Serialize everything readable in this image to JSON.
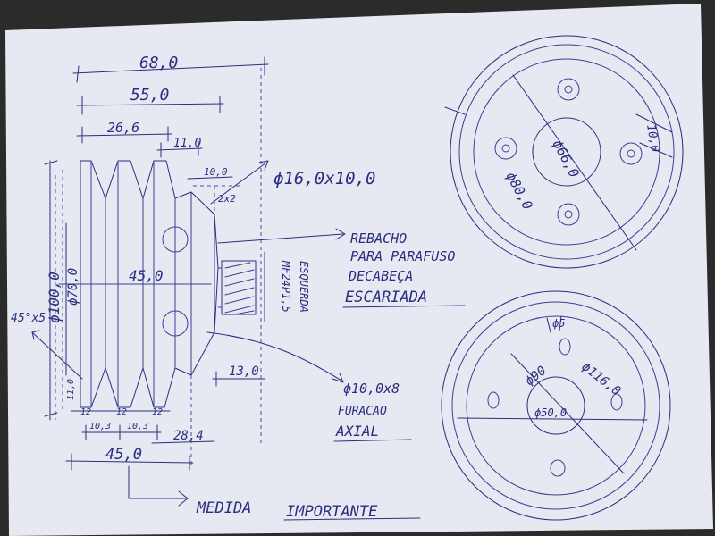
{
  "colors": {
    "paper": "#e6e9f1",
    "ink": "#2a2e7e",
    "background": "#2b2b2b"
  },
  "side_view": {
    "dim_total": "68,0",
    "dim_55": "55,0",
    "dim_26": "26,6",
    "dim_11": "11,0",
    "dim_10": "10,0",
    "dim_chamfer": "2x2",
    "dim_45_center": "45,0",
    "dia_70": "ϕ70,0",
    "dia_100": "ϕ100,0",
    "chamfer": "45°x5",
    "groove_1": "10,3",
    "groove_2": "10,3",
    "pitch_1": "12",
    "pitch_2": "12",
    "pitch_3": "12",
    "dim_13": "13,0",
    "dim_28": "28,4",
    "dim_45_bottom": "45,0",
    "edge_11": "11,0"
  },
  "notes": {
    "bore": "ϕ16,0x10,0",
    "rebaixo_1": "REBACHO",
    "rebaixo_2": "PARA PARAFUSO",
    "rebaixo_3": "DECABEÇA",
    "rebaixo_4": "ESCARIADA",
    "thread_1": "ESQUERDA",
    "thread_2": "MF24P1,5",
    "holes_1": "ϕ10,0x8",
    "holes_2": "FURACAO",
    "holes_3": "AXIAL",
    "important_1": "MEDIDA",
    "important_2": "IMPORTANTE"
  },
  "front_view_top": {
    "dia_hub": "ϕ66,0",
    "dia_bolt": "ϕ80,0",
    "dim_right": "10,0"
  },
  "front_view_bottom": {
    "dia_hole": "ϕ5",
    "dia_pcd": "ϕ90",
    "dia_116": "ϕ116,0",
    "dia_center": "ϕ50,0"
  }
}
